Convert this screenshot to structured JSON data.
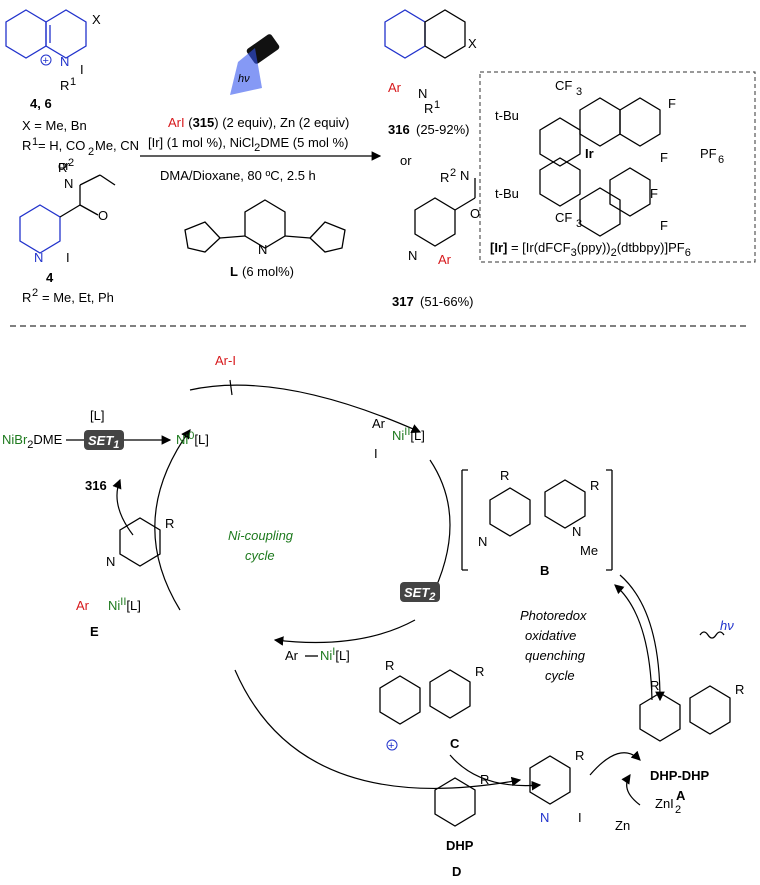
{
  "top": {
    "reactant_a_labels": [
      "X",
      "I",
      "R",
      "1",
      "4, 6"
    ],
    "conditions_a": [
      "X = Me, Bn",
      "R",
      "1",
      " = H, CO",
      "2",
      "Me, CN"
    ],
    "or1": "or",
    "reactant_b_label": "4",
    "reactant_b_r2": "R",
    "reactant_b_r2_def": "= Me, Et, Ph",
    "arrow_line1_red": "ArI",
    "arrow_line1_bold": "315",
    "arrow_line1_rest": ") (2 equiv), Zn (2 equiv)",
    "arrow_line2": "[Ir] (1 mol %), NiCl",
    "arrow_line2_b": "DME (5 mol %)",
    "arrow_line3": "DMA/Dioxane, 80 ºC, 2.5 h",
    "ligand_label": "L",
    "ligand_amount": "(6 mol%)",
    "product_316": "316",
    "product_316_yield": "(25-92%)",
    "or2": "or",
    "product_317": "317",
    "product_317_yield": "(51-66%)",
    "hv": "hν",
    "ir_box_caption_bold": "[Ir]",
    "ir_box_caption": "= [Ir(dFCF",
    "ir_box_caption_b": "(ppy))",
    "ir_box_caption_c": "(dtbbpy)]PF",
    "ir_labels": [
      "CF",
      "t-Bu",
      "F",
      "F",
      "Ir",
      "PF",
      "t-Bu",
      "F",
      "F",
      "CF"
    ]
  },
  "cycle": {
    "ar_i": "Ar-I",
    "ligand_bracket": "[L]",
    "nibr2": "NiBr",
    "nibr2_rest": "DME",
    "set1": "SET",
    "set1_sub": "1",
    "ni0": "Ni",
    "ni0_rest": "[L]",
    "oxadd_ar": "Ar",
    "oxadd_ni": "Ni",
    "oxadd_rest": "[L]",
    "oxadd_i": "I",
    "product_out": "316",
    "ni_cycle_label": [
      "Ni-coupling",
      "cycle"
    ],
    "set2": "SET",
    "set2_sub": "2",
    "photoredox_label": [
      "Photoredox",
      "oxidative",
      "quenching",
      "cycle"
    ],
    "hv": "hν",
    "E_label": "E",
    "E_ni": "Ni",
    "E_rest": "[L]",
    "E_ar": "Ar",
    "B_label": "B",
    "B_me": "Me",
    "ar_ni1": "Ar",
    "ar_ni1_ni": "Ni",
    "ar_ni1_rest": "[L]",
    "C_label": "C",
    "A_label": "A",
    "dhp_dhp": "DHP-DHP",
    "zni2": "ZnI",
    "zn": "Zn",
    "D_label": "D",
    "dhp": "DHP",
    "R": "R"
  }
}
